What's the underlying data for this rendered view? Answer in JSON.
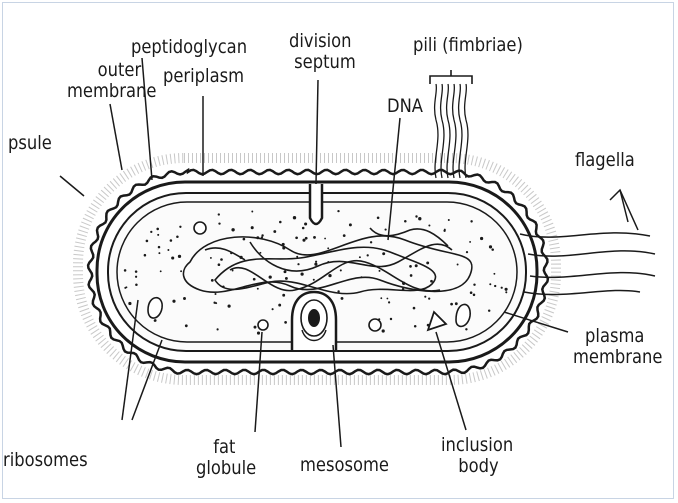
{
  "diagram": {
    "labels": {
      "capsule": "psule",
      "outer_membrane": [
        "outer",
        "membrane"
      ],
      "peptidoglycan": "peptidoglycan",
      "periplasm": "periplasm",
      "division_septum": [
        "division",
        "septum"
      ],
      "pili": "pili (fimbriae)",
      "dna": "DNA",
      "flagella": "flagella",
      "plasma_membrane": [
        "plasma",
        "membrane"
      ],
      "ribosomes": "ribosomes",
      "fat_globule": [
        "fat",
        "globule"
      ],
      "mesosome": "mesosome",
      "inclusion_body": [
        "inclusion",
        "body"
      ]
    },
    "colors": {
      "ink": "#1a1a1a",
      "background": "#ffffff",
      "cytoplasm": "#fbfbfb"
    }
  }
}
